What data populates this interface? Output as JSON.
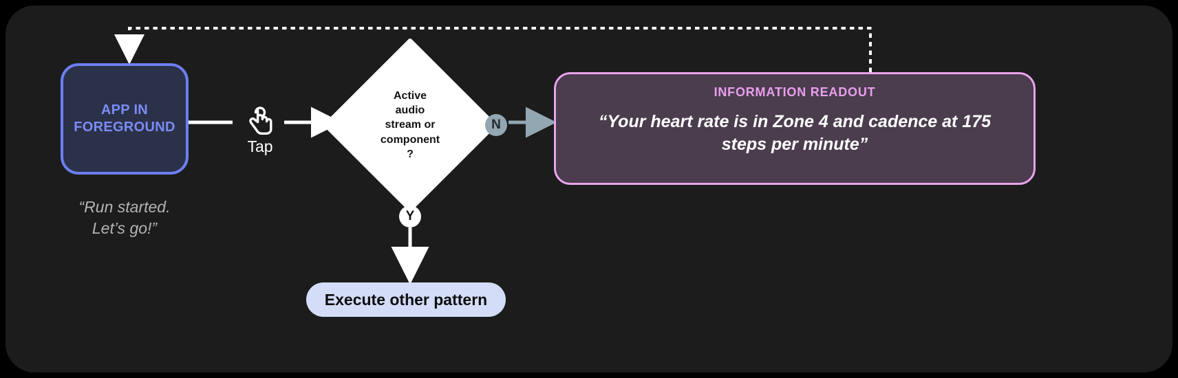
{
  "canvas": {
    "background": "#1c1c1c",
    "page_background": "#000000"
  },
  "nodes": {
    "app_box": {
      "label": "APP IN\nFOREGROUND",
      "label_line1": "APP IN",
      "label_line2": "FOREGROUND",
      "fill": "#2b3149",
      "border": "#6d7ff2",
      "text_color": "#7b8cf5"
    },
    "app_caption": {
      "line1": "“Run started.",
      "line2": "Let’s go!”",
      "color": "#b4b4b4"
    },
    "tap": {
      "label": "Tap",
      "icon": "tap-gesture-icon",
      "color": "#ffffff"
    },
    "decision": {
      "line1": "Active",
      "line2": "audio",
      "line3": "stream or",
      "line4": "component",
      "line5": "?",
      "fill": "#ffffff",
      "text_color": "#131313"
    },
    "branch_no": {
      "label": "N",
      "fill": "#93a7b2",
      "text_color": "#1f2830"
    },
    "branch_yes": {
      "label": "Y",
      "fill": "#ffffff",
      "text_color": "#111111"
    },
    "readout": {
      "title": "INFORMATION READOUT",
      "quote_line1": "“Your heart rate is in Zone 4 and cadence at",
      "quote_line2": "175 steps per minute”",
      "fill": "#4b3c4e",
      "border": "#e9a3ee",
      "title_color": "#e7a0ec",
      "quote_color": "#ffffff"
    },
    "execute_pill": {
      "label": "Execute other pattern",
      "fill": "#d3ddf8",
      "text_color": "#0d0d0d"
    }
  },
  "connectors": {
    "app_to_tap": {
      "style": "solid",
      "color": "#ffffff"
    },
    "tap_to_decision": {
      "style": "solid-arrow",
      "color": "#ffffff"
    },
    "decision_to_no": {
      "style": "solid-arrow",
      "color": "#93a7b2"
    },
    "decision_to_yes": {
      "style": "solid-arrow",
      "color": "#ffffff"
    },
    "readout_feedback_to_app": {
      "style": "dotted-arrow",
      "color": "#ffffff"
    }
  }
}
